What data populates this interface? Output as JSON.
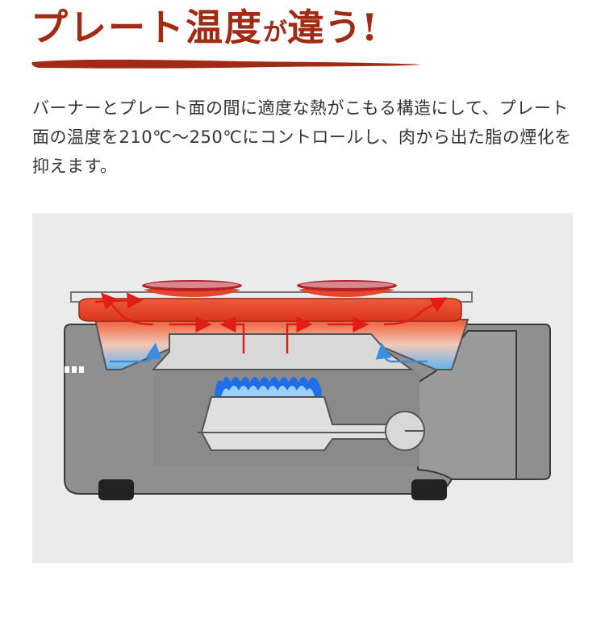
{
  "header": {
    "title_part1": "プレート温度",
    "title_part2": "が",
    "title_part3": "違う!"
  },
  "description": "バーナーとプレート面の間に適度な熱がこもる構造にして、プレート面の温度を210℃～250℃にコントロールし、肉から出た脂の煙化を抑えます。",
  "colors": {
    "title": "#a02a14",
    "plate": "#e8462a",
    "hot_arrow": "#e01e14",
    "cool_arrow": "#3a8ee0",
    "flame": "#1e6ee6",
    "body_gray": "#8f8f8f",
    "background_panel": "#ebebeb"
  },
  "diagram": {
    "icons": [
      "grill-plate",
      "meat-slice",
      "heat-flow-arrow",
      "cool-air-arrow",
      "gas-flame",
      "burner",
      "control-knob",
      "rubber-foot"
    ]
  }
}
